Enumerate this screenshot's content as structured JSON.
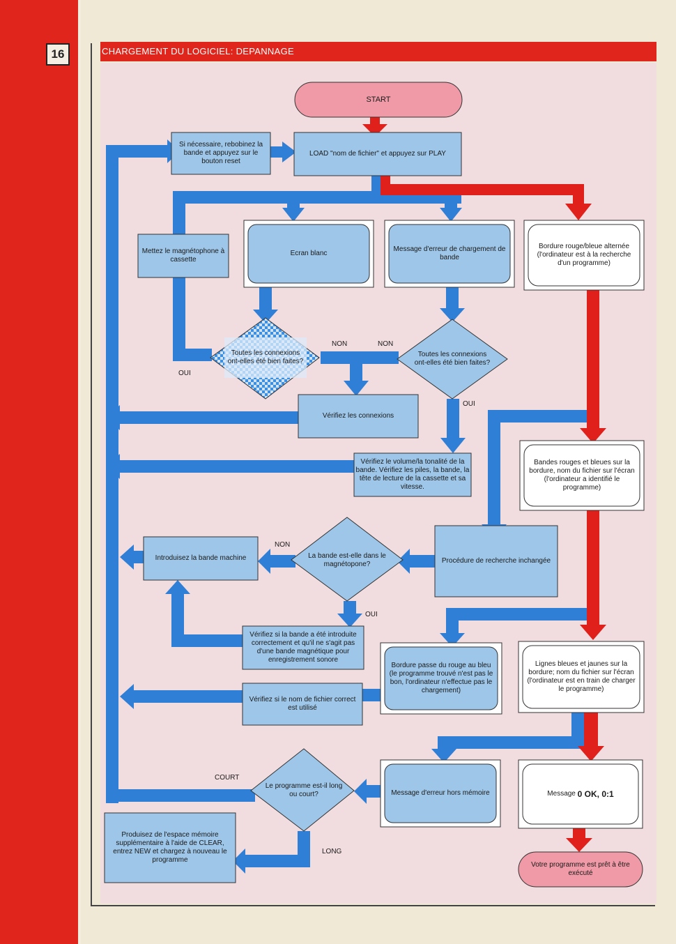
{
  "page": {
    "number": "16",
    "title": "CHARGEMENT DU LOGICIEL: DEPANNAGE"
  },
  "colors": {
    "page_red": "#e0261c",
    "box_blue": "#9dc6e8",
    "arrow_blue": "#2f7fd6",
    "arrow_red": "#e0201a",
    "oval_pink": "#ef9aa6",
    "background_pink": "#f1dcdf"
  },
  "nodes": {
    "start": "START",
    "load": "LOAD \"nom de fichier\" et appuyez sur PLAY",
    "rewind": "Si nécessaire, rebobinez la bande et appuyez sur le bouton reset",
    "tape_on": "Mettez le magnétophone à cassette",
    "blank_screen": "Ecran blanc",
    "tape_error": "Message d'erreur de chargement de bande",
    "border_rb_alt": "Bordure rouge/bleue alternée (l'ordinateur est à la recherche d'un programme)",
    "conn_left": "Toutes les connexions ont-elles été bien faites?",
    "conn_right": "Toutes les connexions ont-elles été bien faites?",
    "check_conn": "Vérifiez les connexions",
    "check_volume": "Vérifiez le volume/la tonalité de la bande. Vérifiez les piles, la bande, la tête de lecture de la cassette et sa vitesse.",
    "bands_rb": "Bandes rouges et bleues sur la bordure, nom du fichier sur l'écran (l'ordinateur a identifié le programme)",
    "insert_tape": "Introduisez la bande machine",
    "tape_in_q": "La bande est-elle dans le magnétopone?",
    "search_same": "Procédure de recherche inchangée",
    "check_tape_type": "Vérifiez si la bande a été introduite correctement et qu'il ne s'agit pas d'une bande magnétique pour enregistrement sonore",
    "border_red_blue": "Bordure passe du rouge au bleu (le programme trouvé n'est pas le bon, l'ordinateur n'effectue pas le chargement)",
    "lines_by": "Lignes bleues et jaunes sur la bordure; nom du fichier sur l'écran (l'ordinateur est en train de charger le programme)",
    "check_name": "Vérifiez si le nom de fichier correct est utilisé",
    "prog_length_q": "Le programme est-il long ou court?",
    "out_of_memory": "Message d'erreur hors mémoire",
    "ok_msg_prefix": "Message ",
    "ok_msg_code": "0 OK, 0:1",
    "free_memory": "Produisez de l'espace mémoire supplémentaire à l'aide de CLEAR, entrez NEW et chargez à nouveau le programme",
    "ready": "Votre programme est prêt à être exécuté"
  },
  "edge_labels": {
    "non_1": "NON",
    "non_2": "NON",
    "oui_1": "OUI",
    "oui_2": "OUI",
    "non_3": "NON",
    "oui_3": "OUI",
    "court": "COURT",
    "long": "LONG"
  }
}
